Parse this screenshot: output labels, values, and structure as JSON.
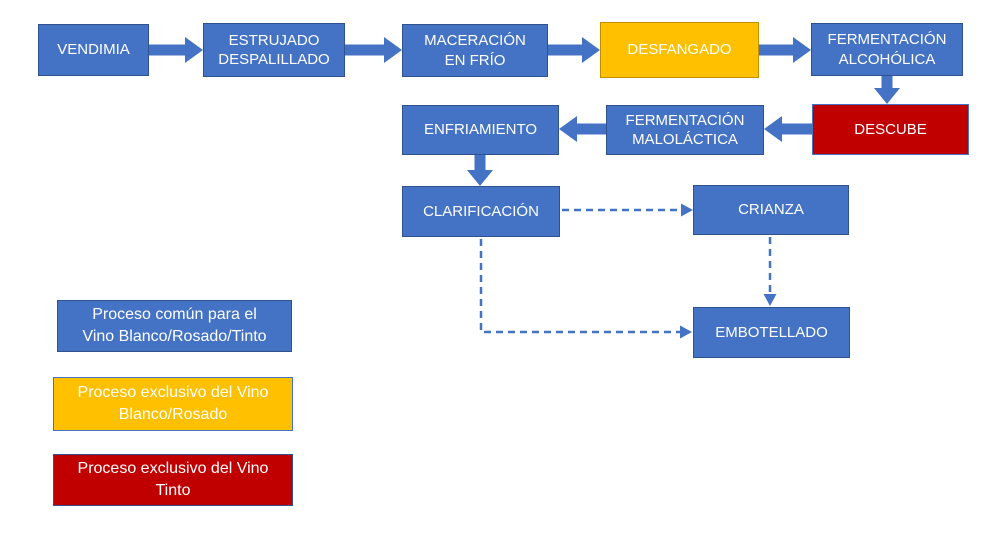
{
  "flowchart": {
    "nodes": {
      "vendimia": {
        "label": "VENDIMIA",
        "type": "common"
      },
      "estrujado": {
        "label": "ESTRUJADO\nDESPALILLADO",
        "type": "common"
      },
      "maceracion": {
        "label": "MACERACIÓN\nEN FRÍO",
        "type": "common"
      },
      "desfangado": {
        "label": "DESFANGADO",
        "type": "blanco_rosado"
      },
      "fermentacion_alcoholica": {
        "label": "FERMENTACIÓN\nALCOHÓLICA",
        "type": "common"
      },
      "descube": {
        "label": "DESCUBE",
        "type": "tinto"
      },
      "fermentacion_malolactica": {
        "label": "FERMENTACIÓN\nMALOLÁCTICA",
        "type": "common"
      },
      "enfriamiento": {
        "label": "ENFRIAMIENTO",
        "type": "common"
      },
      "clarificacion": {
        "label": "CLARIFICACIÓN",
        "type": "common"
      },
      "crianza": {
        "label": "CRIANZA",
        "type": "common"
      },
      "embotellado": {
        "label": "EMBOTELLADO",
        "type": "common"
      }
    },
    "edges": [
      {
        "from": "VENDIMIA",
        "to": "ESTRUJADO DESPALILLADO",
        "style": "solid-block"
      },
      {
        "from": "ESTRUJADO DESPALILLADO",
        "to": "MACERACIÓN EN FRÍO",
        "style": "solid-block"
      },
      {
        "from": "MACERACIÓN EN FRÍO",
        "to": "DESFANGADO",
        "style": "solid-block"
      },
      {
        "from": "DESFANGADO",
        "to": "FERMENTACIÓN ALCOHÓLICA",
        "style": "solid-block"
      },
      {
        "from": "FERMENTACIÓN ALCOHÓLICA",
        "to": "DESCUBE",
        "style": "solid-block"
      },
      {
        "from": "DESCUBE",
        "to": "FERMENTACIÓN MALOLÁCTICA",
        "style": "solid-block"
      },
      {
        "from": "FERMENTACIÓN MALOLÁCTICA",
        "to": "ENFRIAMIENTO",
        "style": "solid-block"
      },
      {
        "from": "ENFRIAMIENTO",
        "to": "CLARIFICACIÓN",
        "style": "solid-block"
      },
      {
        "from": "CLARIFICACIÓN",
        "to": "CRIANZA",
        "style": "dashed"
      },
      {
        "from": "CRIANZA",
        "to": "EMBOTELLADO",
        "style": "dashed"
      },
      {
        "from": "CLARIFICACIÓN",
        "to": "EMBOTELLADO",
        "style": "dashed-elbow"
      }
    ]
  },
  "legend": {
    "common": {
      "label": "Proceso común para el\nVino Blanco/Rosado/Tinto",
      "color": "#4472C4"
    },
    "blanco_rosado": {
      "label": "Proceso exclusivo del Vino\nBlanco/Rosado",
      "color": "#FFC000"
    },
    "tinto": {
      "label": "Proceso exclusivo del Vino\nTinto",
      "color": "#C00000"
    }
  },
  "colors": {
    "blue_fill": "#4472C4",
    "blue_border": "#2F528F",
    "yellow_fill": "#FFC000",
    "yellow_border": "#BF9000",
    "red_fill": "#C00000",
    "arrow": "#4472C4",
    "background": "#FFFFFF"
  }
}
